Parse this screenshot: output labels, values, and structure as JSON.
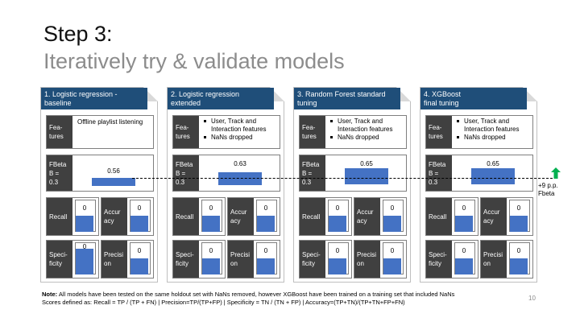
{
  "slide": {
    "title": "Step 3:",
    "subtitle": "Iteratively try & validate models",
    "page_number": "10"
  },
  "labels": {
    "features": "Fea-\ntures",
    "fbeta": "FBeta\nB =\n0.3",
    "recall": "Recall",
    "accuracy": "Accur\nacy",
    "specificity": "Speci-\nficity",
    "precision": "Precisi\non"
  },
  "panels": [
    {
      "header": "1. Logistic regression - baseline",
      "features_plain": "Offline playlist listening",
      "features_list": [],
      "fbeta": "0.56",
      "recall": "0",
      "accuracy": "0",
      "specificity": "0",
      "precision": "0"
    },
    {
      "header": "2. Logistic regression extended",
      "features_plain": "",
      "features_list": [
        "User, Track and Interaction features",
        "NaNs dropped"
      ],
      "fbeta": "0.63",
      "recall": "0",
      "accuracy": "0",
      "specificity": "0",
      "precision": "0"
    },
    {
      "header": "3. Random Forest standard tuning",
      "features_plain": "",
      "features_list": [
        "User, Track and Interaction features",
        "NaNs dropped"
      ],
      "fbeta": "0.65",
      "recall": "0",
      "accuracy": "0",
      "specificity": "0",
      "precision": "0"
    },
    {
      "header": "4. XGBoost\n final tuning",
      "features_plain": "",
      "features_list": [
        "User, Track and Interaction features",
        "NaNs dropped"
      ],
      "fbeta": "0.65",
      "recall": "0",
      "accuracy": "0",
      "specificity": "0",
      "precision": "0"
    }
  ],
  "gain": {
    "text": "+9 p.p.\nFbeta",
    "color": "#00b050"
  },
  "footnote": {
    "bold": "Note:",
    "line1": " All models have been tested on the same holdout set with NaNs removed, however XGBoost have been trained on a training set that included NaNs",
    "line2": "Scores defined as: Recall = TP / (TP + FN) | Precision=TP/(TP+FP) | Specificity = TN / (TN + FP) | Accuracy=(TP+TN)/(TP+TN+FP+FN)"
  },
  "colors": {
    "header_bg": "#1f4e79",
    "label_bg": "#404040",
    "bar": "#4472c4",
    "subtitle": "#8c8c8c"
  }
}
